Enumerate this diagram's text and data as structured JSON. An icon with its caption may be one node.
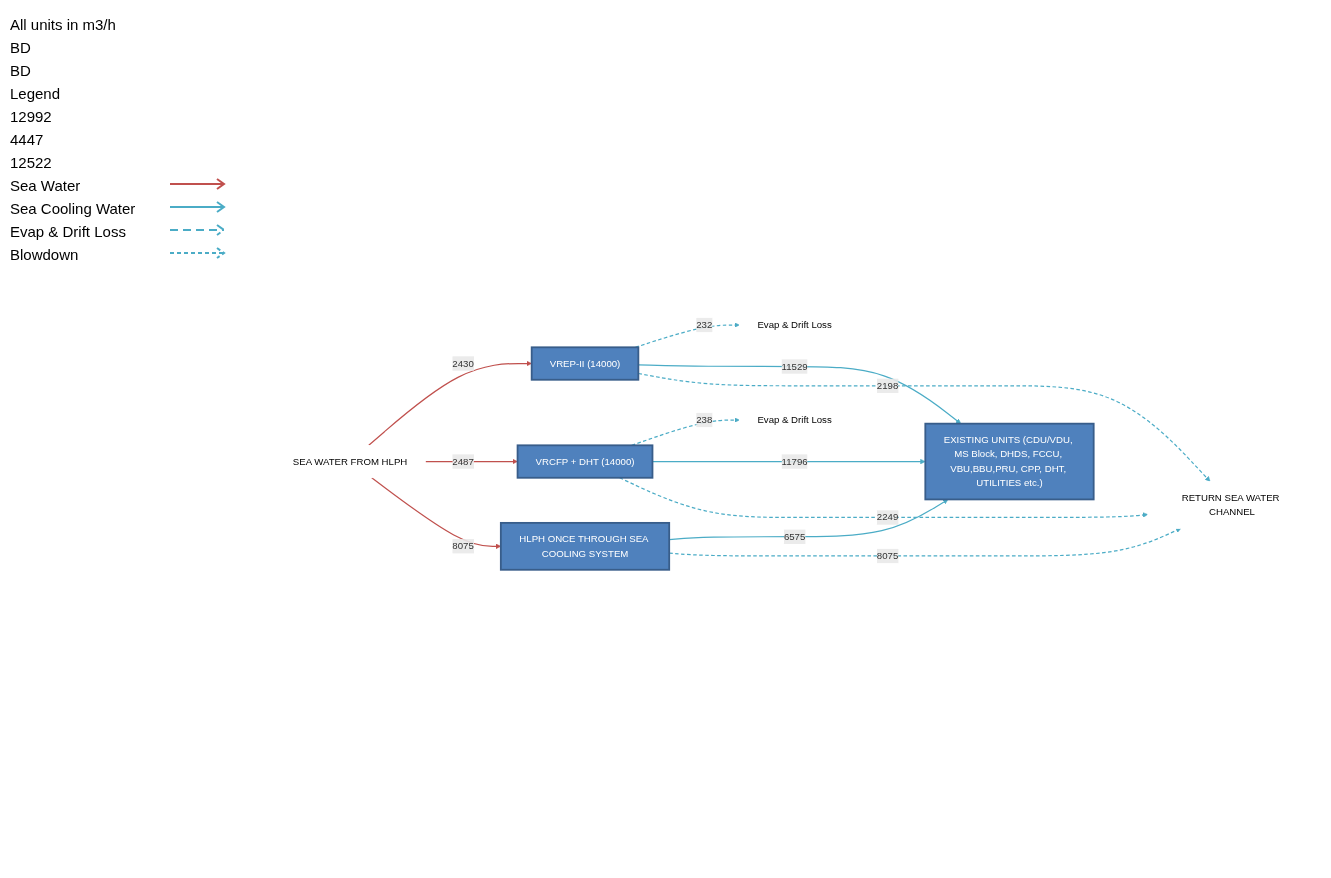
{
  "diagram": {
    "nodes": [
      {
        "text": [
          "SEA WATER FROM HLPH"
        ]
      },
      {
        "text": [
          "VREP-II  (14000)"
        ]
      },
      {
        "text": [
          "VRCFP + DHT (14000)"
        ]
      },
      {
        "text": [
          "HLPH ONCE THROUGH SEA COOLING SYSTEM"
        ]
      },
      {
        "text": [
          "EXISTING UNITS (CDU/VDU, MS Block, DHDS, FCCU, VBU,BBU,PRU, CPP, DHT, UTILITIES etc.)"
        ]
      },
      {
        "text": [
          "Evap & Drift Loss"
        ]
      },
      {
        "text": [
          "Evap & Drift Loss"
        ]
      },
      {
        "text": [
          "RETURN SEA WATER CHANNEL"
        ]
      }
    ],
    "edges": [
      {
        "from": 0,
        "to": 1,
        "arrow": "to",
        "label": "2430",
        "color": "#c0504d"
      },
      {
        "from": 0,
        "to": 2,
        "arrow": "to",
        "label": "2487",
        "color": "#c0504d"
      },
      {
        "from": 0,
        "to": 3,
        "arrow": "to",
        "label": "8075",
        "color": "#c0504d"
      },
      {
        "from": 1,
        "to": 5,
        "arrow": "to",
        "label": "232",
        "style": "dashed"
      },
      {
        "from": 1,
        "to": 4,
        "arrow": "to",
        "label": "11529"
      },
      {
        "from": 2,
        "to": 6,
        "arrow": "to",
        "label": "238",
        "style": "dashed"
      },
      {
        "from": 2,
        "to": 4,
        "arrow": "to",
        "label": "11796"
      },
      {
        "from": 3,
        "to": 4,
        "arrow": "to",
        "label": "6575"
      },
      {
        "from": 1,
        "to": 7,
        "arrow": "to",
        "label": "2198",
        "style": "dashed"
      },
      {
        "from": 2,
        "to": 7,
        "arrow": "to",
        "label": "2249",
        "style": "dashed"
      },
      {
        "from": 3,
        "to": 7,
        "arrow": "to",
        "label": "8075",
        "style": "dashed"
      }
    ],
    "labels": [
      "All units in m3/h",
      "BD",
      "BD",
      "Legend",
      "12992",
      "4447",
      "12522"
    ],
    "legend": [
      {
        "text": "Sea Water"
      },
      {
        "text": "Sea Cooling Water"
      },
      {
        "text": "Evap & Drift Loss"
      },
      {
        "text": "Blowdown"
      }
    ]
  }
}
